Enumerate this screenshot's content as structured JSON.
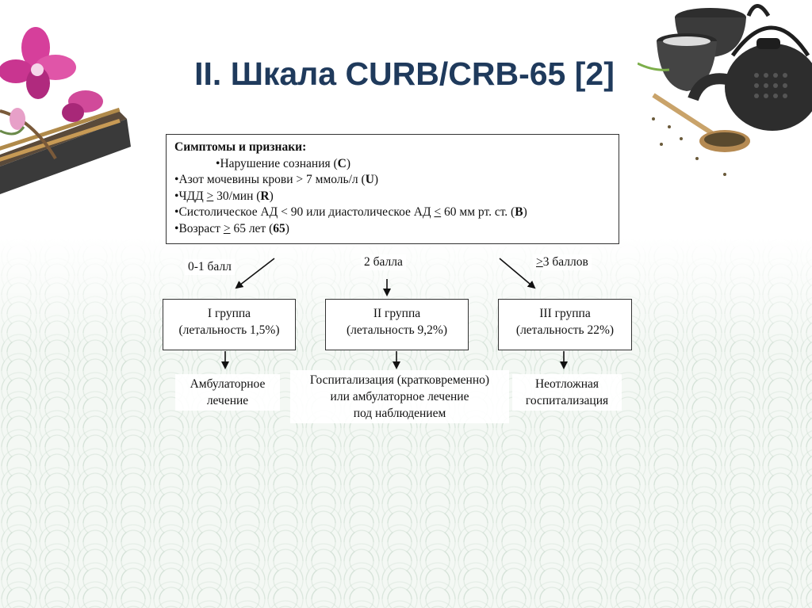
{
  "slide": {
    "title": "II. Шкала CURB/CRB-65 [2]"
  },
  "symptoms": {
    "header": "Симптомы и признаки:",
    "items": [
      {
        "text": "Нарушение сознания (",
        "code": "C",
        "tail": ")"
      },
      {
        "text": "Азот мочевины крови > 7 ммоль/л (",
        "code": "U",
        "tail": ")"
      },
      {
        "text": "ЧДД ",
        "ge": ">",
        "rest": " 30/мин (",
        "code": "R",
        "tail": ")"
      },
      {
        "text": "Систолическое АД < 90 или диастолическое АД ",
        "le": "<",
        "rest": " 60 мм рт. ст. (",
        "code": "B",
        "tail": ")"
      },
      {
        "text": "Возраст ",
        "ge": ">",
        "rest": " 65 лет (",
        "code": "65",
        "tail": ")"
      }
    ],
    "bullet": "•"
  },
  "scores": {
    "low": "0-1 балл",
    "mid": "2 балла",
    "high_sym": ">",
    "high_rest": "3 баллов"
  },
  "groups": [
    {
      "name": "I группа",
      "mortality": "(летальность 1,5%)"
    },
    {
      "name": "II группа",
      "mortality": "(летальность 9,2%)"
    },
    {
      "name": "III группа",
      "mortality": "(летальность 22%)"
    }
  ],
  "outcomes": {
    "g1": [
      "Амбулаторное",
      "лечение"
    ],
    "g2": [
      "Госпитализация (кратковременно)",
      "или амбулаторное лечение",
      "под наблюдением"
    ],
    "g3": [
      "Неотложная",
      "госпитализация"
    ]
  },
  "colors": {
    "title": "#1f3a5c",
    "border": "#333333",
    "pattern": "#bed2c3"
  },
  "icons": [
    "orchid-decoration",
    "teapot-decoration"
  ]
}
